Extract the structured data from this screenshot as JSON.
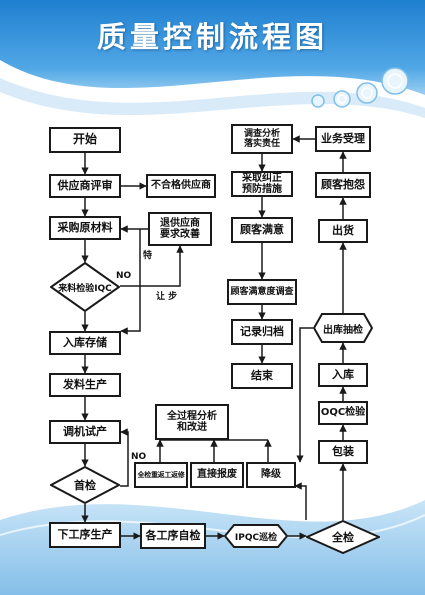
{
  "title": "质量控制流程图",
  "colors": {
    "sky_top": "#2f8fd6",
    "sky_light": "#cfe6f7",
    "bottom_band": "#8cc3ea",
    "line": "#1a1a1a"
  },
  "nodes": {
    "start": "开始",
    "supplier_review": "供应商评审",
    "unqualified_supplier": "不合格供应商",
    "purchase_material": "采购原材料",
    "return_supplier": "退供应商\n要求改善",
    "iqc": "来料检验IQC",
    "warehouse_in": "入库存储",
    "issue_production": "发料生产",
    "trial_production": "调机试产",
    "first_inspection": "首检",
    "process_analysis": "全过程分析\n和改进",
    "rework": "全检重返工返修",
    "scrap": "直接报废",
    "downgrade": "降级",
    "next_process": "下工序生产",
    "self_check": "各工序自检",
    "ipqc": "IPQC巡检",
    "full_check": "全检",
    "packing": "包装",
    "oqc": "OQC检验",
    "warehouse_entry": "入库",
    "outgoing_check": "出库抽检",
    "shipping": "出货",
    "complaint": "顾客抱怨",
    "business_accept": "业务受理",
    "investigate": "调查分析\n落实责任",
    "corrective": "采取纠正\n预防措施",
    "satisfaction": "顾客满意",
    "survey": "顾客满意度调查",
    "record": "记录归档",
    "end": "结束"
  },
  "edge_labels": {
    "iqc_no": "NO",
    "special": "特",
    "concession": "让  步",
    "first_no": "NO"
  }
}
